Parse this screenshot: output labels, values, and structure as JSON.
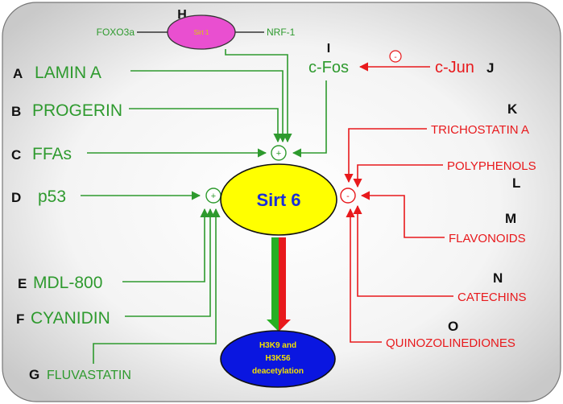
{
  "colors": {
    "green": "#2e9a2e",
    "red": "#e8191c",
    "black": "#111111",
    "yellow": "#ffff00",
    "blue": "#0a16e0",
    "magenta": "#e94fd0",
    "panel_bg": "#ececec"
  },
  "center": {
    "label": "Sirt 6"
  },
  "sirt1": {
    "label": "Sirt 1"
  },
  "output": {
    "line1": "H3K9 and",
    "line2": "H3K56",
    "line3": "deacetylation"
  },
  "signs": {
    "plus": "+",
    "minus": "-"
  },
  "top": {
    "h_letter": "H",
    "foxo3a": "FOXO3a",
    "nrf1": "NRF-1",
    "i_letter": "I",
    "cfos": "c-Fos",
    "cjun": "c-Jun",
    "j_letter": "J"
  },
  "activators": [
    {
      "letter": "A",
      "label": "LAMIN A"
    },
    {
      "letter": "B",
      "label": "PROGERIN"
    },
    {
      "letter": "C",
      "label": "FFAs"
    },
    {
      "letter": "D",
      "label": "p53"
    },
    {
      "letter": "E",
      "label": "MDL-800"
    },
    {
      "letter": "F",
      "label": "CYANIDIN"
    },
    {
      "letter": "G",
      "label": "FLUVASTATIN"
    }
  ],
  "inhibitors": [
    {
      "letter": "K",
      "label": "TRICHOSTATIN  A"
    },
    {
      "letter": "L",
      "label": "POLYPHENOLS"
    },
    {
      "letter": "M",
      "label": "FLAVONOIDS"
    },
    {
      "letter": "N",
      "label": "CATECHINS"
    },
    {
      "letter": "O",
      "label": "QUINOZOLINEDIONES"
    }
  ]
}
